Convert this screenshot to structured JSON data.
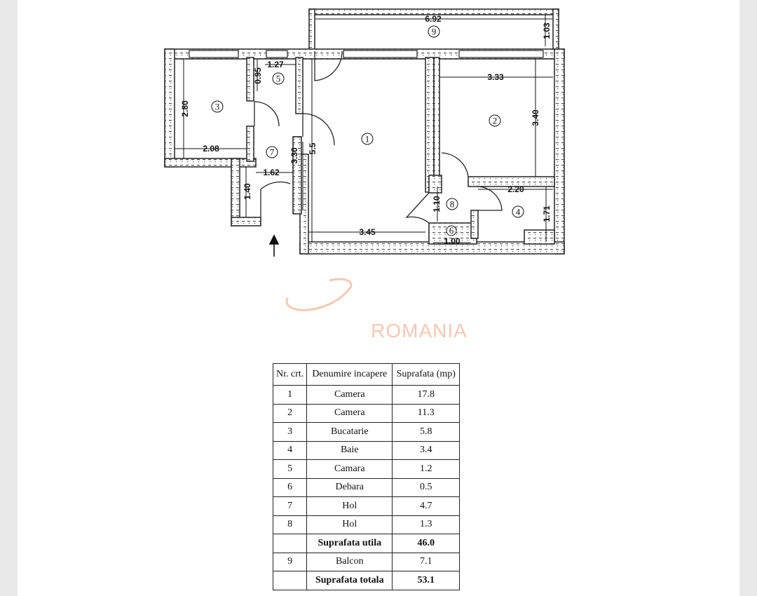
{
  "plan": {
    "dimensions": {
      "balcony_length": "6.92",
      "balcony_depth": "1.03",
      "room2_width": "3.33",
      "room2_height": "3.40",
      "room3_height": "2.80",
      "room3_width": "2.08",
      "storage_width": "1.27",
      "storage_depth": "0.95",
      "hall_height": "3.30",
      "hall_width": "1.62",
      "room1_height": "5.5",
      "entry_depth": "1.40",
      "room1_width": "3.45",
      "bath_width": "2.20",
      "bath_height": "1.71",
      "hall2_height": "1.10",
      "closet_width": "1.00"
    },
    "room_numbers": {
      "r1": "1",
      "r2": "2",
      "r3": "3",
      "r4": "4",
      "r5": "5",
      "r6": "6",
      "r7": "7",
      "r8": "8",
      "r9": "9"
    },
    "watermark": "ROMANIA",
    "colors": {
      "wall": "#333333",
      "watermark": "#f5c8b4"
    }
  },
  "table": {
    "headers": [
      "Nr. crt.",
      "Denumire incapere",
      "Suprafata (mp)"
    ],
    "rows": [
      {
        "nr": "1",
        "name": "Camera",
        "area": "17.8",
        "bold": false
      },
      {
        "nr": "2",
        "name": "Camera",
        "area": "11.3",
        "bold": false
      },
      {
        "nr": "3",
        "name": "Bucatarie",
        "area": "5.8",
        "bold": false
      },
      {
        "nr": "4",
        "name": "Baie",
        "area": "3.4",
        "bold": false
      },
      {
        "nr": "5",
        "name": "Camara",
        "area": "1.2",
        "bold": false
      },
      {
        "nr": "6",
        "name": "Debara",
        "area": "0.5",
        "bold": false
      },
      {
        "nr": "7",
        "name": "Hol",
        "area": "4.7",
        "bold": false
      },
      {
        "nr": "8",
        "name": "Hol",
        "area": "1.3",
        "bold": false
      },
      {
        "nr": "",
        "name": "Suprafata utila",
        "area": "46.0",
        "bold": true
      },
      {
        "nr": "9",
        "name": "Balcon",
        "area": "7.1",
        "bold": false
      },
      {
        "nr": "",
        "name": "Suprafata totala",
        "area": "53.1",
        "bold": true
      }
    ]
  }
}
